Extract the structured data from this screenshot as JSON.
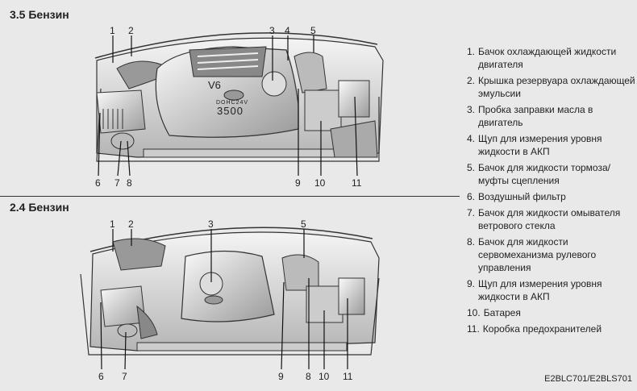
{
  "sections": [
    {
      "title": "3.5 Бензин",
      "engine_badge": {
        "model": "V6",
        "engine_code": "DOHC24V",
        "displacement": "3500"
      },
      "callouts_top": [
        "1",
        "2",
        "3",
        "4",
        "5"
      ],
      "callouts_bottom": [
        "6",
        "7",
        "8",
        "9",
        "10",
        "11"
      ]
    },
    {
      "title": "2.4 Бензин",
      "callouts_top": [
        "1",
        "2",
        "3",
        "5"
      ],
      "callouts_bottom": [
        "6",
        "7",
        "9",
        "8",
        "10",
        "11"
      ]
    }
  ],
  "legend": [
    {
      "num": "1.",
      "text": "Бачок охлаждающей жидкости двигателя"
    },
    {
      "num": "2.",
      "text": "Крышка резервуара охлаждающей эмульсии"
    },
    {
      "num": "3.",
      "text": "Пробка заправки масла в двигатель"
    },
    {
      "num": "4.",
      "text": "Щуп для измерения уровня жидкости в АКП"
    },
    {
      "num": "5.",
      "text": "Бачок для жидкости тормоза/ муфты сцепления"
    },
    {
      "num": "6.",
      "text": "Воздушный фильтр"
    },
    {
      "num": "7.",
      "text": "Бачок для жидкости омывателя ветрового стекла"
    },
    {
      "num": "8.",
      "text": "Бачок для жидкости сервомеханизма рулевого управления"
    },
    {
      "num": "9.",
      "text": "Щуп для измерения уровня жидкости в АКП"
    },
    {
      "num": "10.",
      "text": "Батарея"
    },
    {
      "num": "11.",
      "text": "Коробка предохранителей"
    }
  ],
  "footer_code": "E2BLC701/E2BLS701"
}
